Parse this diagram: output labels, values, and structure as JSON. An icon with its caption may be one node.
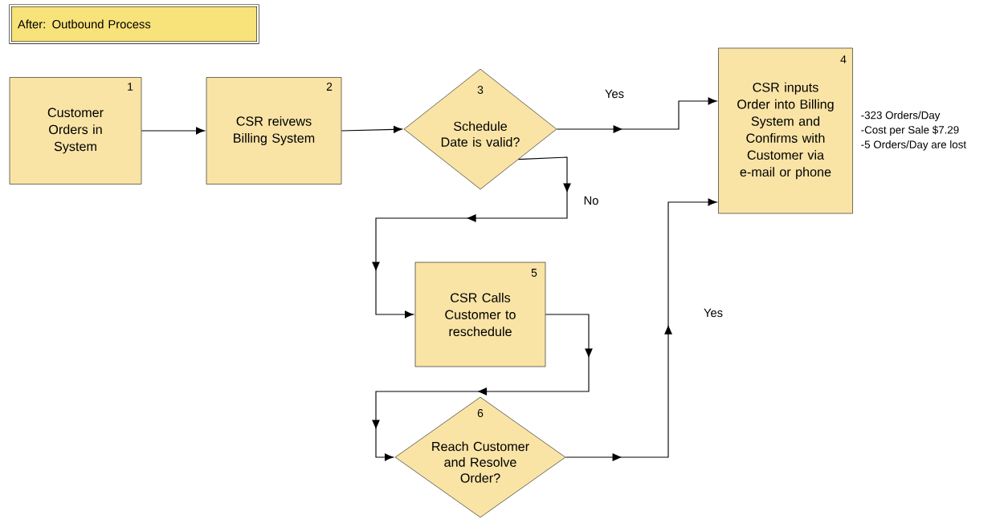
{
  "diagram": {
    "nodes": [
      {
        "text": [
          "After: Outbound Process"
        ]
      },
      {
        "text": [
          "1",
          "Customer Orders in System"
        ]
      },
      {
        "text": [
          "2",
          "CSR reivews Billing System"
        ]
      },
      {
        "text": [
          "3",
          "Schedule Date is valid?"
        ]
      },
      {
        "text": [
          "4",
          "CSR inputs Order into Billing System and Confirms with Customer via e-mail or phone"
        ],
        "beside": [
          "-323 Orders/Day",
          "-Cost per Sale $7.29",
          "-5 Orders/Day are lost"
        ]
      },
      {
        "text": [
          "5",
          "CSR Calls Customer to reschedule"
        ]
      },
      {
        "text": [
          "6",
          "Reach Customer and Resolve Order?"
        ]
      }
    ],
    "edges": [
      {
        "from": 1,
        "to": 2,
        "arrow": "to"
      },
      {
        "from": 2,
        "to": 3,
        "arrow": "to"
      },
      {
        "from": 3,
        "to": 4,
        "arrow": "to",
        "label": "Yes"
      },
      {
        "from": 3,
        "to": 5,
        "arrow": "to",
        "label": "No"
      },
      {
        "from": 5,
        "to": 6,
        "arrow": "to"
      },
      {
        "from": 6,
        "to": 4,
        "arrow": "to",
        "label": "Yes"
      }
    ]
  }
}
